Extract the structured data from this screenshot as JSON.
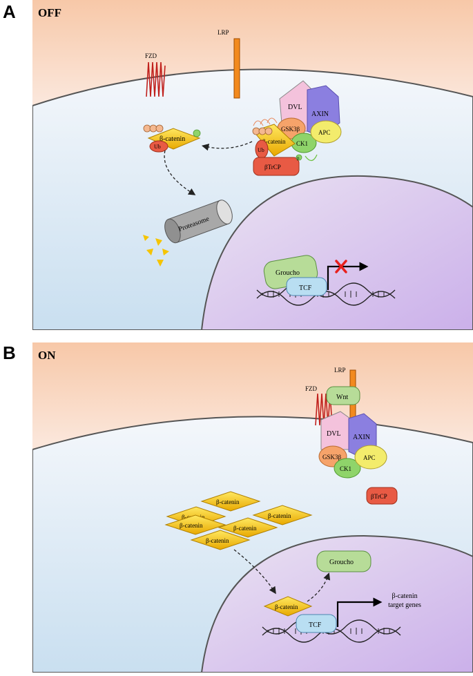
{
  "panel_a": {
    "letter": "A",
    "state": "OFF",
    "fzd": "FZD",
    "lrp": "LRP",
    "dvl": "DVL",
    "axin": "AXIN",
    "gsk3b": "GSK3β",
    "ck1": "CK1",
    "apc": "APC",
    "bcat_complex": "β-catenin",
    "ub_complex": "Ub",
    "btrcp": "βTrCP",
    "p": "p",
    "bcat_free": "β-catenin",
    "ub_free": "Ub",
    "proteasome": "Proteasome",
    "groucho": "Groucho",
    "tcf": "TCF"
  },
  "panel_b": {
    "letter": "B",
    "state": "ON",
    "lrp": "LRP",
    "fzd": "FZD",
    "wnt": "Wnt",
    "dvl": "DVL",
    "axin": "AXIN",
    "gsk3b": "GSK3β",
    "ck1": "CK1",
    "apc": "APC",
    "btrcp": "βTrCP",
    "bcat": "β-catenin",
    "groucho": "Groucho",
    "bcat_nuclear": "β-catenin",
    "tcf": "TCF",
    "target_line1": "β-catenin",
    "target_line2": "target genes"
  },
  "colors": {
    "membrane_bg_top": "#f8cdb0",
    "cytoplasm": "#eaf2fa",
    "nucleus": "#d8c6ec",
    "bcat_yellow": "#f5c400",
    "dvl_pink": "#f4c2dc",
    "axin_purple": "#8b7fe0",
    "gsk_orange": "#f6a36a",
    "ck1_green": "#8fd46a",
    "apc_yellow": "#f3ec6c",
    "btrcp_red": "#e85a44",
    "groucho_green": "#b7dc98",
    "tcf_blue": "#b9def2",
    "fzd_red": "#c0201c",
    "lrp_orange": "#f28a1e"
  }
}
